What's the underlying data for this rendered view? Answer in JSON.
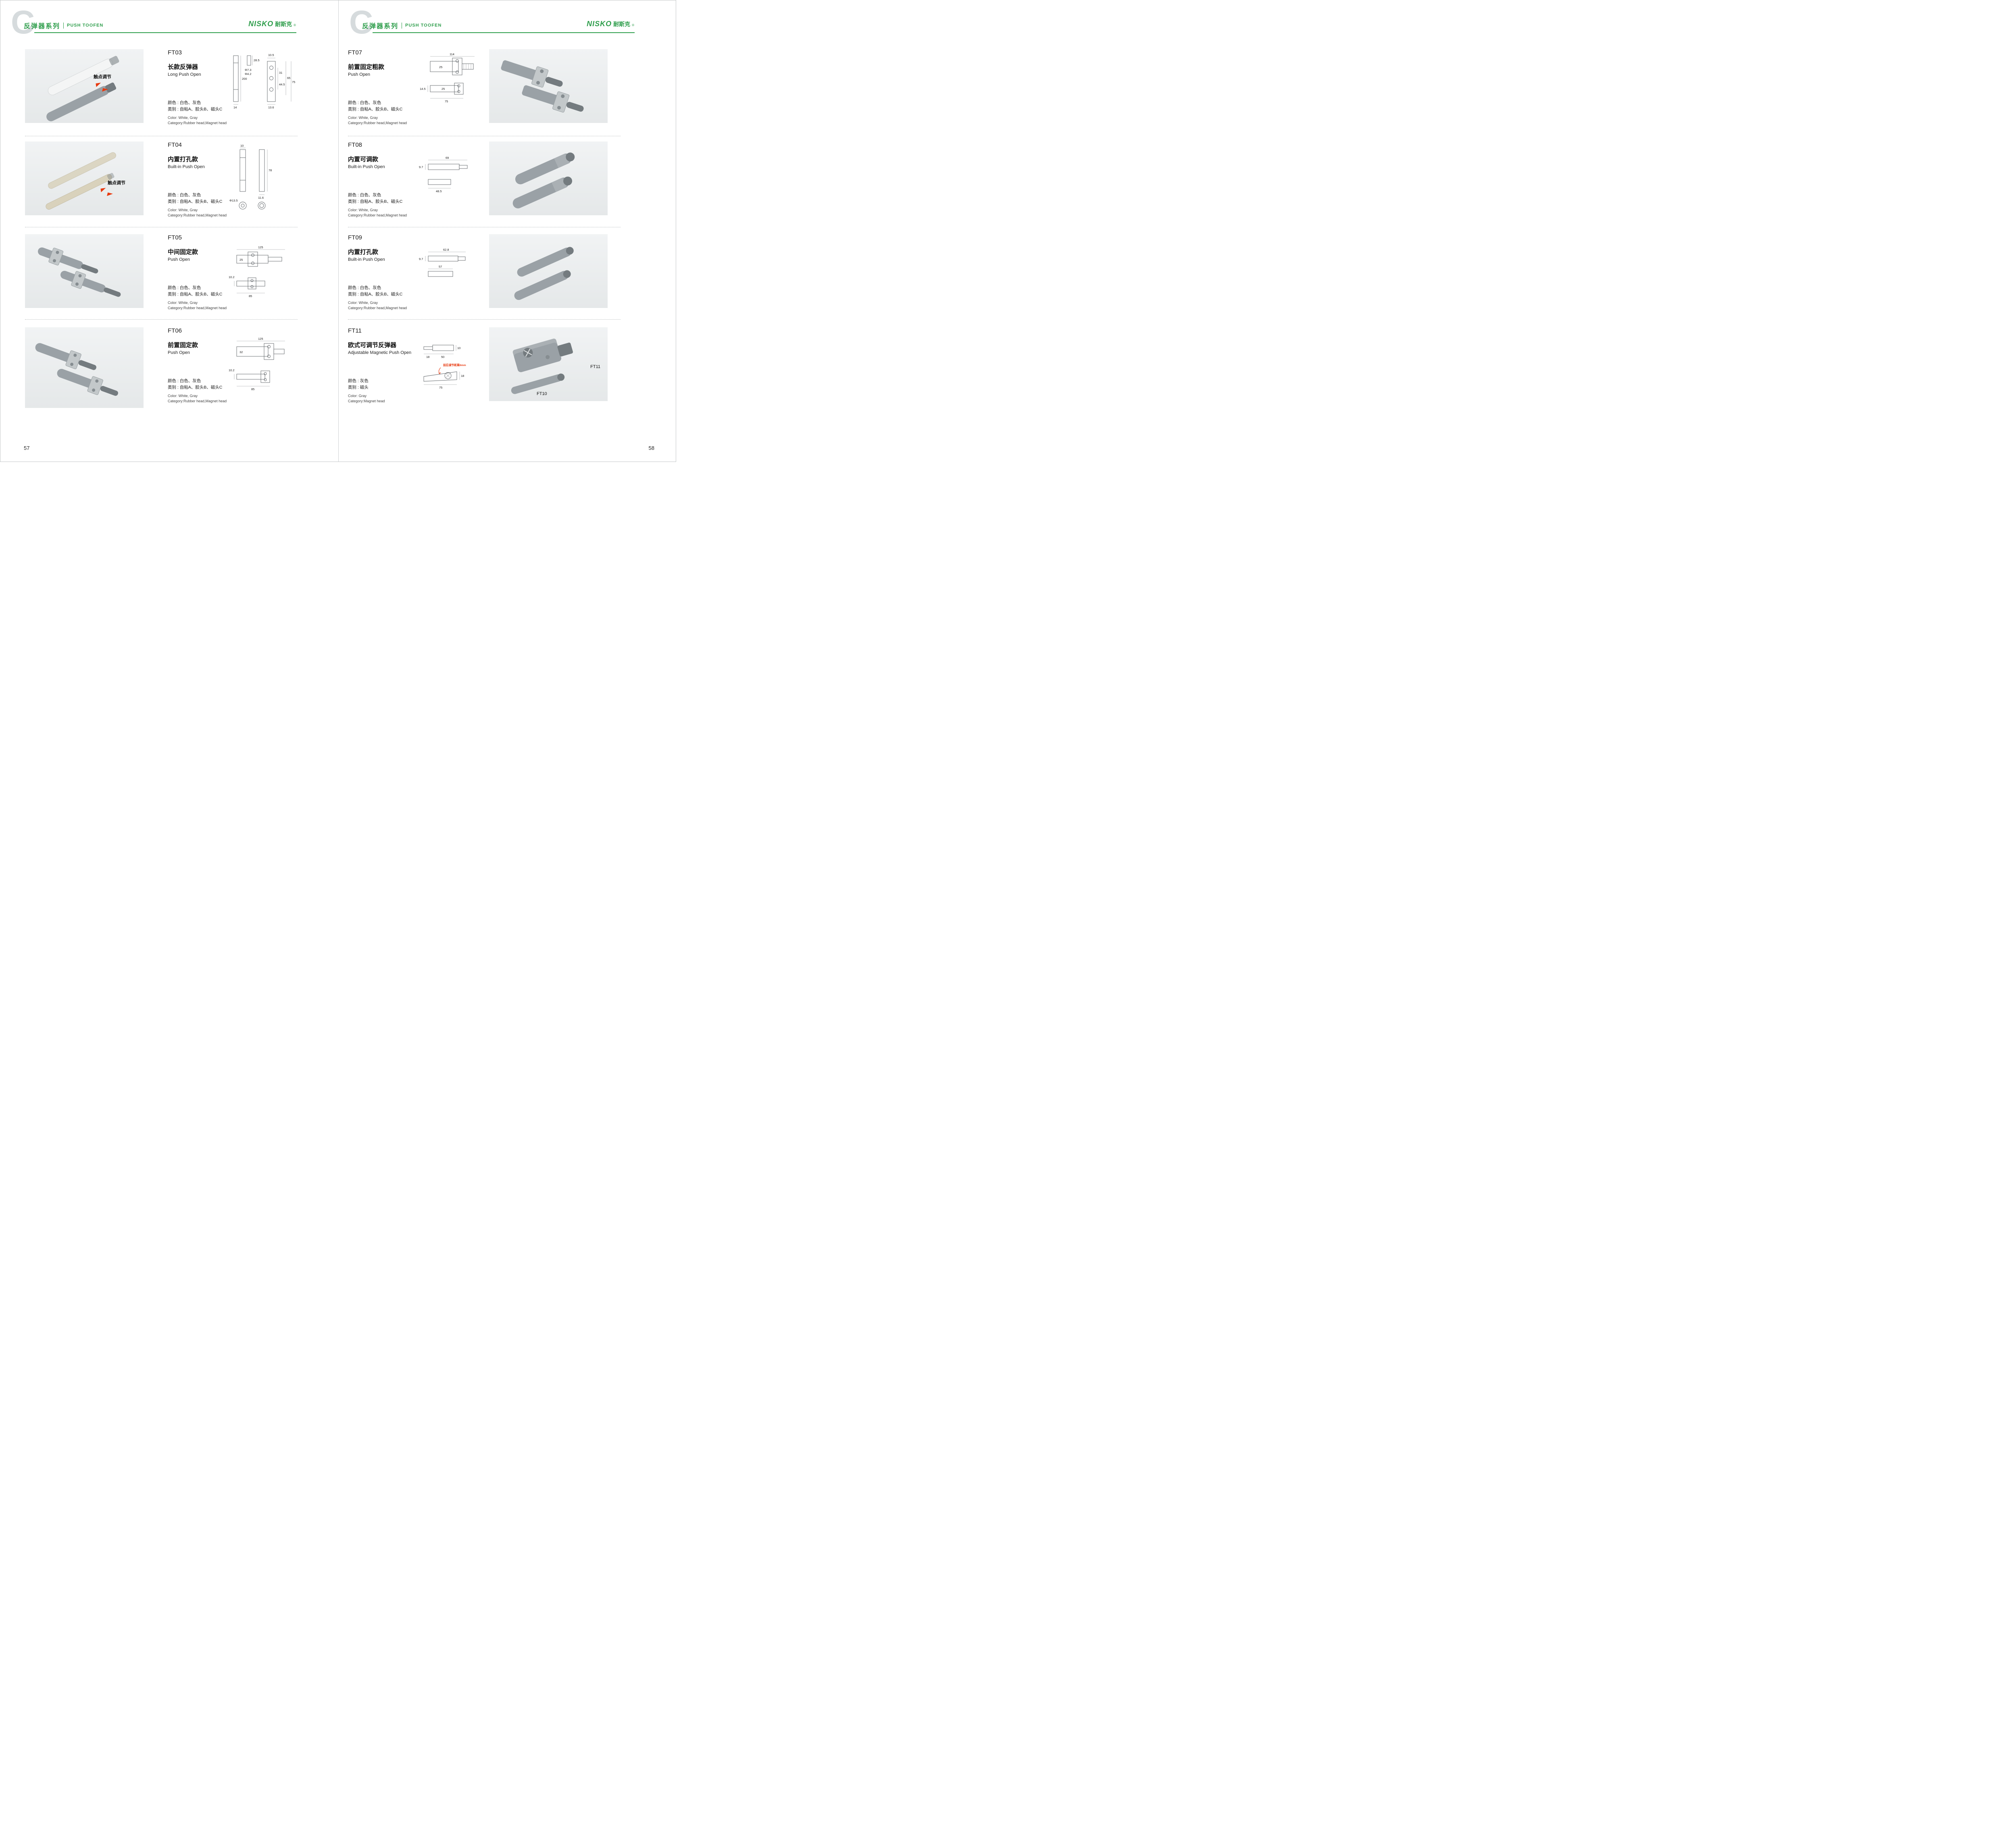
{
  "header": {
    "watermark_letter": "C",
    "series_title_cn": "反弹器系列",
    "series_title_en": "PUSH TOOFEN",
    "brand_latin": "NISKO",
    "brand_cn": "耐斯克",
    "brand_reg": "®"
  },
  "colors": {
    "accent_green": "#2f9e4c",
    "annotation_red": "#e8380d",
    "watermark_gray": "#d6dbdd"
  },
  "pages": [
    {
      "page_number": "57",
      "products": [
        {
          "model": "FT03",
          "name_cn": "长款反弹器",
          "name_en": "Long Push Open",
          "spec_color_cn": "颜色 : 白色、灰色",
          "spec_type_cn": "类别 : 自粘A、胶头B、磁头C",
          "spec_color_en": "Color: White, Gray",
          "spec_type_en": "Category:Rubber head,Magnet head",
          "photo_annotation": "触点调节",
          "dims": [
            "200",
            "14",
            "28.5",
            "Φ7.3",
            "Φ4.2",
            "10.5",
            "31",
            "44.5",
            "13.6",
            "65",
            "75"
          ]
        },
        {
          "model": "FT04",
          "name_cn": "内置打孔款",
          "name_en": "Built-in Push Open",
          "spec_color_cn": "颜色 : 白色、灰色",
          "spec_type_cn": "类别 : 自粘A、胶头B、磁头C",
          "spec_color_en": "Color: White, Gray",
          "spec_type_en": "Category:Rubber head,Magnet head",
          "photo_annotation": "触点调节",
          "dims": [
            "10",
            "78",
            "11.6",
            "Φ13.5"
          ]
        },
        {
          "model": "FT05",
          "name_cn": "中间固定款",
          "name_en": "Push Open",
          "spec_color_cn": "颜色 : 白色、灰色",
          "spec_type_cn": "类别 : 自粘A、胶头B、磁头C",
          "spec_color_en": "Color: White, Gray",
          "spec_type_en": "Category:Rubber head,Magnet head",
          "dims": [
            "125",
            "25",
            "10.2",
            "85"
          ]
        },
        {
          "model": "FT06",
          "name_cn": "前置固定款",
          "name_en": "Push Open",
          "spec_color_cn": "颜色 : 白色、灰色",
          "spec_type_cn": "类别 : 自粘A、胶头B、磁头C",
          "spec_color_en": "Color: White, Gray",
          "spec_type_en": "Category:Rubber head,Magnet head",
          "dims": [
            "125",
            "32",
            "10.2",
            "85"
          ]
        }
      ]
    },
    {
      "page_number": "58",
      "products": [
        {
          "model": "FT07",
          "name_cn": "前置固定粗款",
          "name_en": "Push Open",
          "spec_color_cn": "颜色 : 白色、灰色",
          "spec_type_cn": "类别 : 自粘A、胶头B、磁头C",
          "spec_color_en": "Color: White, Gray",
          "spec_type_en": "Category:Rubber head,Magnet head",
          "dims": [
            "114",
            "25",
            "14.5",
            "25",
            "75"
          ]
        },
        {
          "model": "FT08",
          "name_cn": "内置可调款",
          "name_en": "Built-in Push Open",
          "spec_color_cn": "颜色 : 白色、灰色",
          "spec_type_cn": "类别 : 自粘A、胶头B、磁头C",
          "spec_color_en": "Color: White, Gray",
          "spec_type_en": "Category:Rubber head,Magnet head",
          "dims": [
            "69",
            "9.7",
            "48.5"
          ]
        },
        {
          "model": "FT09",
          "name_cn": "内置打孔款",
          "name_en": "Built-in Push Open",
          "spec_color_cn": "颜色 : 白色、灰色",
          "spec_type_cn": "类别 : 自粘A、胶头B、磁头C",
          "spec_color_en": "Color: White, Gray",
          "spec_type_en": "Category:Rubber head,Magnet head",
          "dims": [
            "62.8",
            "9.7",
            "57"
          ]
        },
        {
          "model": "FT11",
          "name_cn": "欧式可调节反弹器",
          "name_en": "Adjustable Magnetic Push Open",
          "spec_color_cn": "颜色 : 灰色",
          "spec_type_cn": "类别 : 磁头",
          "spec_color_en": "Color: Gray",
          "spec_type_en": "Category:Magnet head",
          "drawing_annotation": "前后调节距离6mm",
          "photo_labels": [
            "FT11",
            "FT10"
          ],
          "dims": [
            "10",
            "18",
            "50",
            "18",
            "75"
          ]
        }
      ]
    }
  ]
}
